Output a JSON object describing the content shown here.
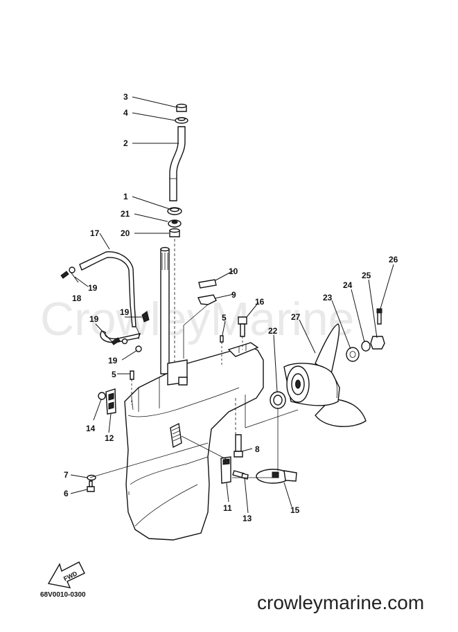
{
  "watermark": "CrowleyMarine",
  "drawing_code": "68V0010-0300",
  "site_url": "crowleymarine.com",
  "fwd_label": "FWD",
  "callouts": {
    "c1": "1",
    "c2": "2",
    "c3": "3",
    "c4": "4",
    "c5a": "5",
    "c5b": "5",
    "c6": "6",
    "c7": "7",
    "c8": "8",
    "c9": "9",
    "c10": "10",
    "c11": "11",
    "c12": "12",
    "c13": "13",
    "c14": "14",
    "c15": "15",
    "c16": "16",
    "c17": "17",
    "c18": "18",
    "c19a": "19",
    "c19b": "19",
    "c19c": "19",
    "c19d": "19",
    "c20": "20",
    "c21": "21",
    "c22": "22",
    "c23": "23",
    "c24": "24",
    "c25": "25",
    "c26": "26",
    "c27": "27"
  }
}
